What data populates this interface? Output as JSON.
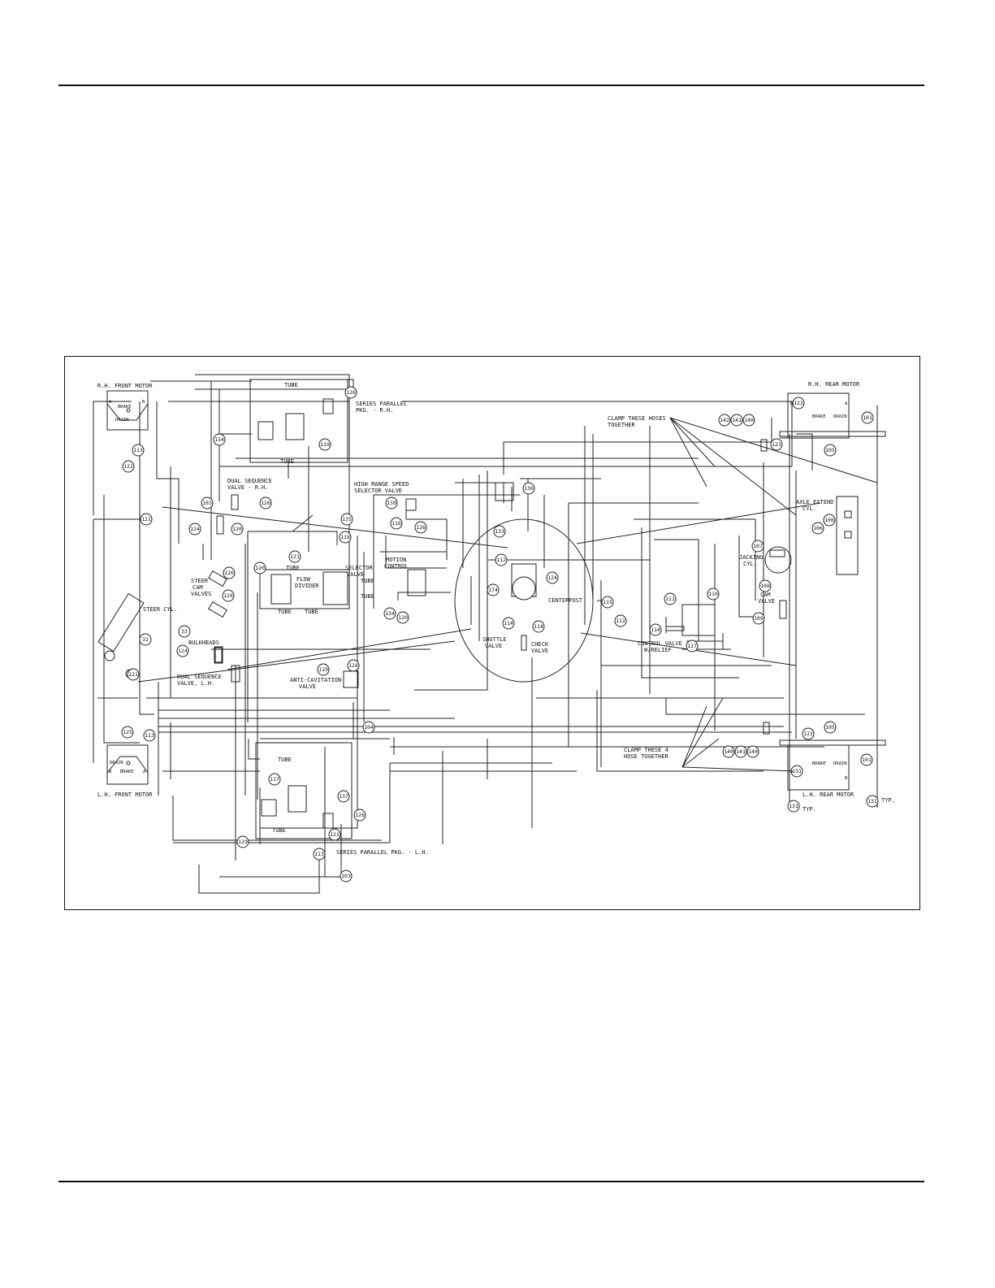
{
  "labels": {
    "rh_front_motor": "R.H. FRONT MOTOR",
    "lh_front_motor": "L.H. FRONT MOTOR",
    "rh_rear_motor": "R.H. REAR MOTOR",
    "lh_rear_motor": "L.H. REAR MOTOR",
    "brake": "BRAKE",
    "drain": "DRAIN",
    "tube": "TUBE",
    "series_parallel_rh_1": "SERIES PARALLEL",
    "series_parallel_rh_2": "PKG. - R.H.",
    "series_parallel_lh": "SERIES PARALLEL PKG. - L.H.",
    "dual_seq_rh_1": "DUAL SEQUENCE",
    "dual_seq_rh_2": "VALVE - R.H.",
    "dual_seq_lh_1": "DUAL SEQUENCE",
    "dual_seq_lh_2": "VALVE, L.H.",
    "high_range_1": "HIGH RANGE SPEED",
    "high_range_2": "SELECTOR VALVE",
    "clamp_hoses_1": "CLAMP THESE HOSES",
    "clamp_hoses_2": "TOGETHER",
    "clamp_4_1": "CLAMP THESE 4",
    "clamp_4_2": "HOSE TOGETHER",
    "axle_extend_1": "AXLE EXTEND",
    "axle_extend_2": "CYL.",
    "jacking_1": "JACKING",
    "jacking_2": "CYL.",
    "cam_valve_1": "CAM",
    "cam_valve_2": "VALVE",
    "steer_cyl": "STEER CYL.",
    "steer_cam_1": "STEER",
    "steer_cam_2": "CAM",
    "steer_cam_3": "VALVES",
    "flow_1": "FLOW",
    "flow_2": "DIVIDER",
    "selector_1": "SELECTOR",
    "selector_2": "VALVE",
    "motion_1": "MOTION",
    "motion_2": "CONTROL",
    "centerpost": "CENTERPOST",
    "shuttle_1": "SHUTTLE",
    "shuttle_2": "VALVE",
    "check_1": "CHECK",
    "check_2": "VALVE",
    "control_valve_1": "CONTROL VALVE",
    "control_valve_2": "W/RELIEF",
    "bulkheads": "BULKHEADS",
    "anti_cav_1": "ANTI-CAVITATION",
    "anti_cav_2": "VALVE",
    "typ": "TYP."
  },
  "bubbles": [
    "126",
    "134",
    "119",
    "113",
    "122",
    "103",
    "126",
    "121",
    "124",
    "120",
    "135",
    "118",
    "121",
    "120",
    "126",
    "130",
    "126",
    "116",
    "136",
    "133",
    "112",
    "124",
    "174",
    "114",
    "114",
    "115",
    "112",
    "134",
    "120",
    "126",
    "33",
    "32",
    "124",
    "121",
    "128",
    "119",
    "104",
    "125",
    "113",
    "117",
    "137",
    "126",
    "121",
    "129",
    "113",
    "103",
    "122",
    "101",
    "142",
    "141",
    "140",
    "123",
    "105",
    "106",
    "106",
    "107",
    "108",
    "110",
    "109",
    "111",
    "114",
    "127",
    "105",
    "123",
    "140",
    "141",
    "140",
    "101",
    "131",
    "131",
    "131"
  ]
}
